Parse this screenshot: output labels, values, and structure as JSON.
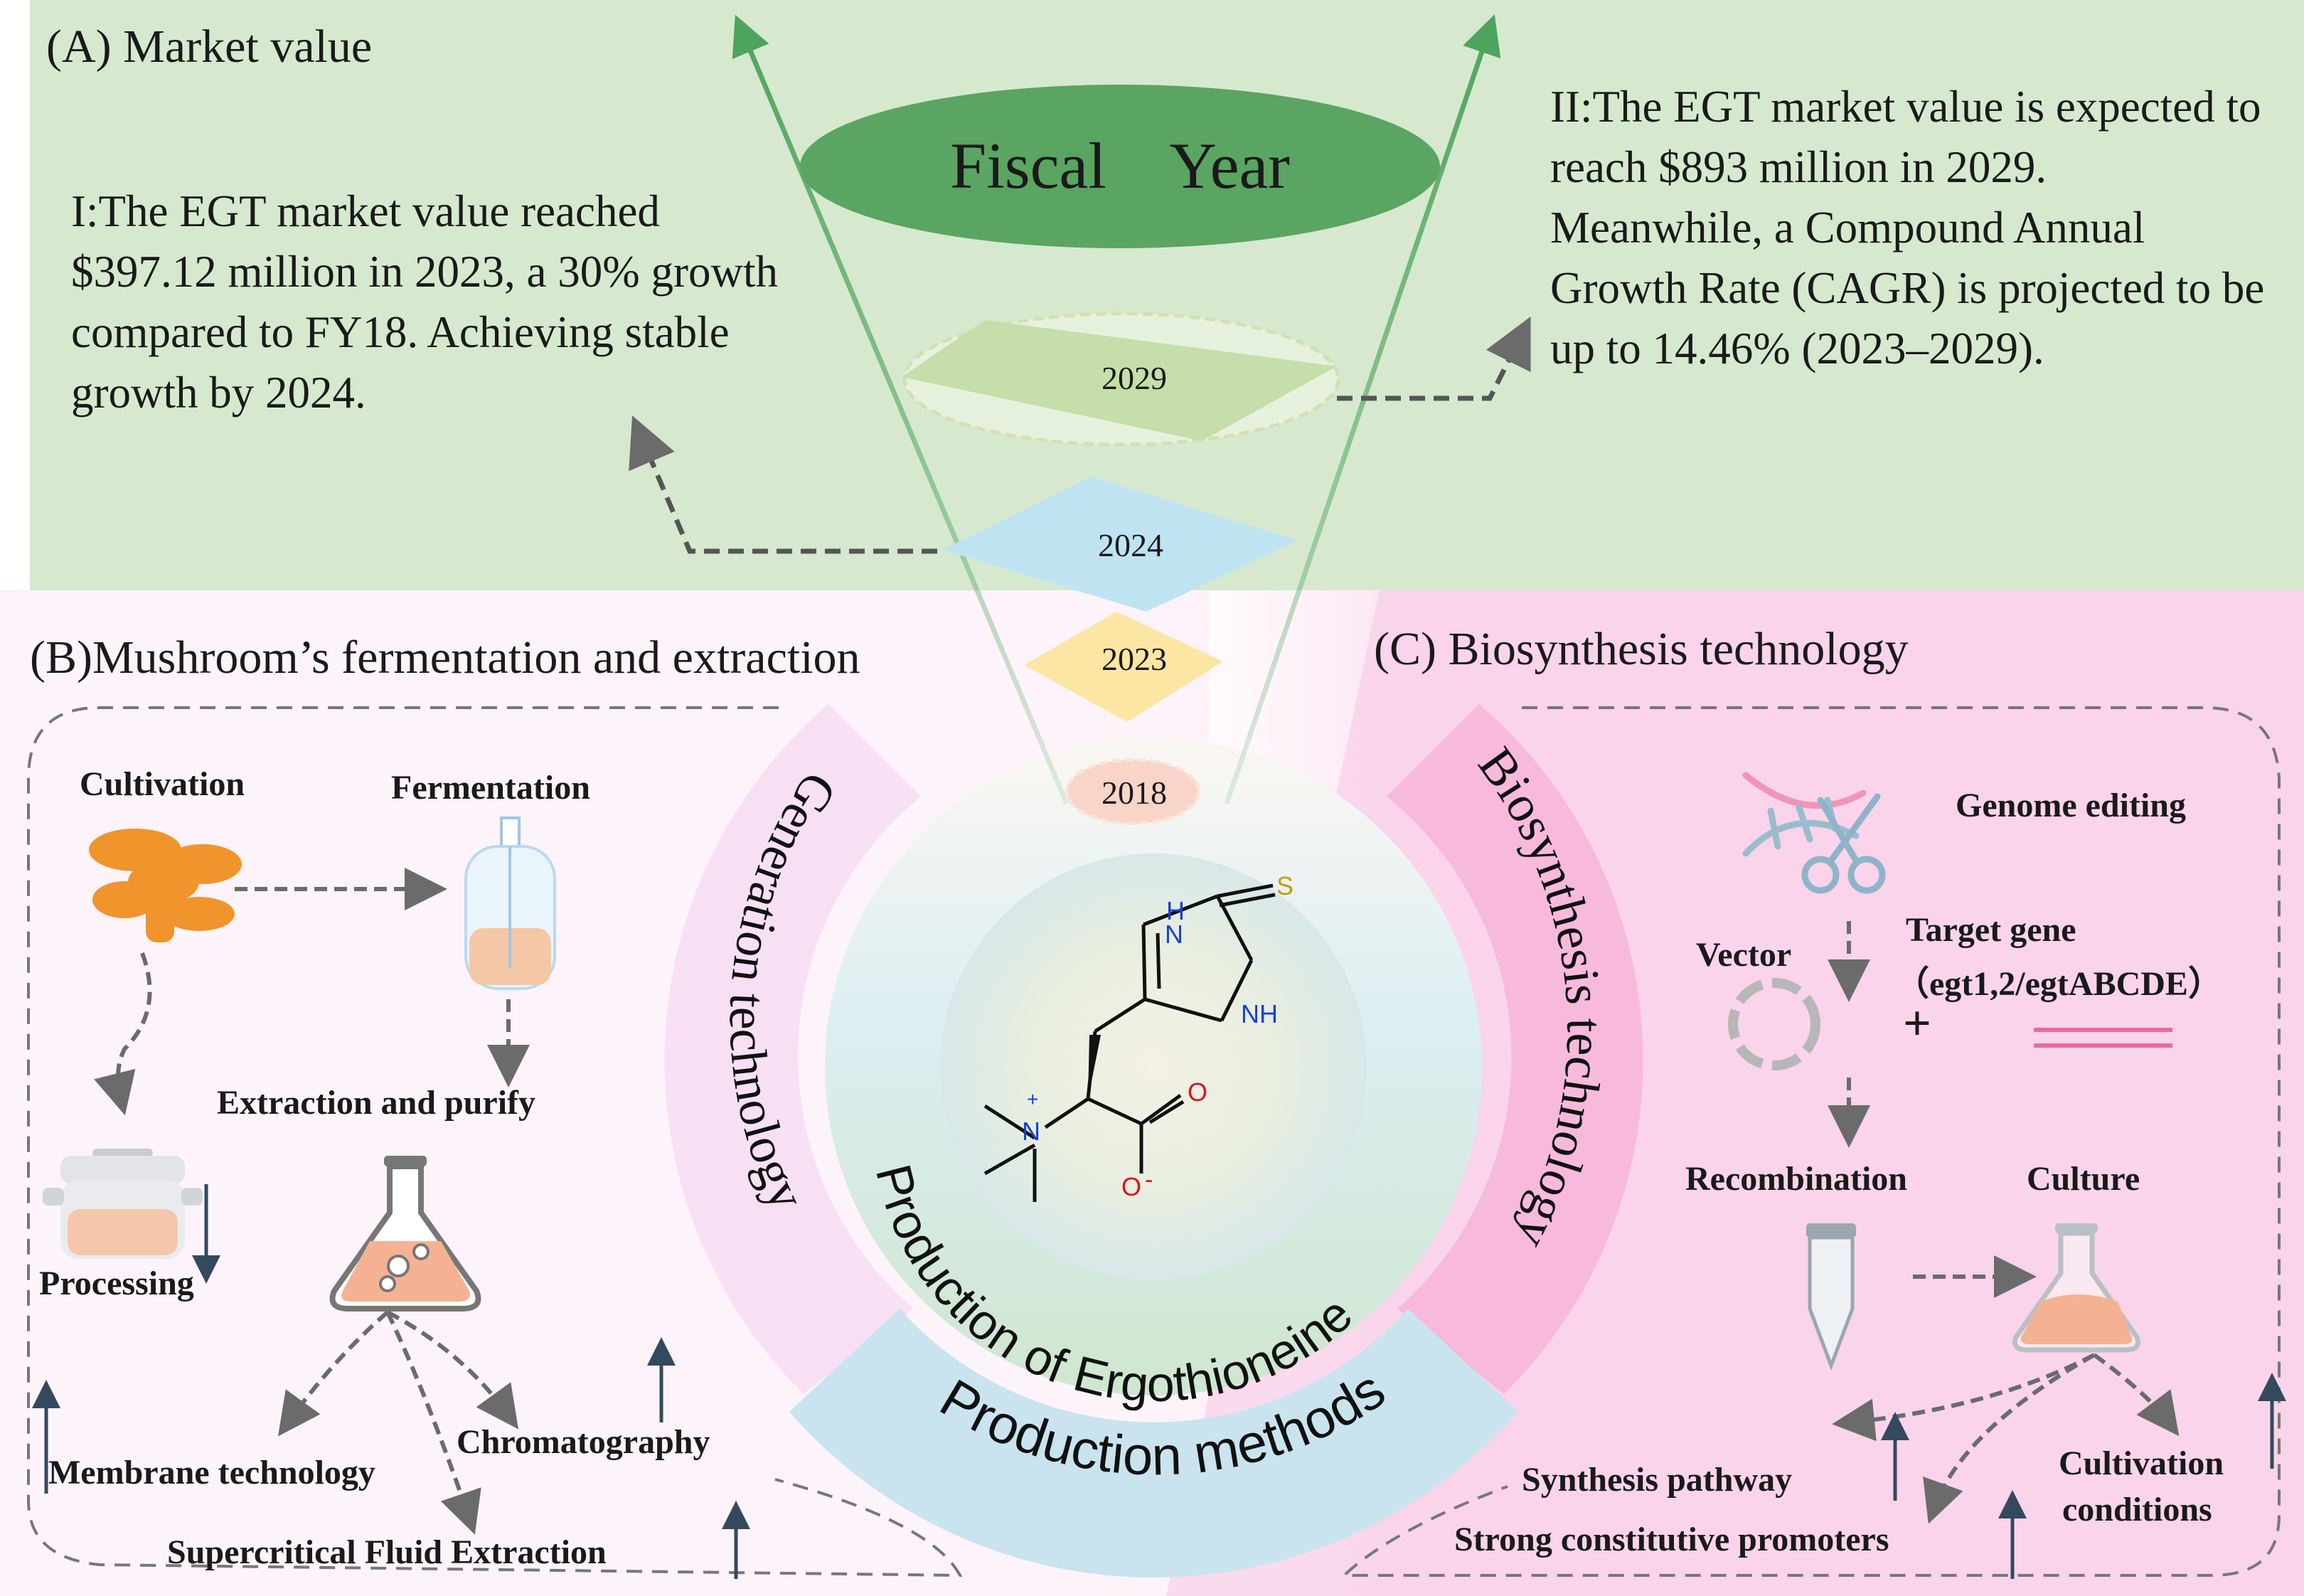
{
  "panel_a": {
    "title": "(A) Market value",
    "fiscal_year": "Fiscal    Year",
    "text_i": "I:The EGT market value reached $397.12 million in 2023, a 30% growth compared to FY18. Achieving stable growth by 2024.",
    "text_ii": "II:The EGT market value is expected to reach $893 million in 2029. Meanwhile, a Compound Annual Growth Rate (CAGR) is projected to be up to 14.46% (2023–2029).",
    "years": [
      "2029",
      "2024",
      "2023",
      "2018"
    ]
  },
  "panel_b": {
    "title": "(B)Mushroom’s fermentation and extraction",
    "cultivation": "Cultivation",
    "fermentation": "Fermentation",
    "extraction": "Extraction and purify",
    "processing": "Processing",
    "membrane": "Membrane technology",
    "chromatography": "Chromatography",
    "supercritical": "Supercritical Fluid Extraction"
  },
  "panel_c": {
    "title": "(C) Biosynthesis technology",
    "genome_editing": "Genome editing",
    "vector": "Vector",
    "target_gene": "Target gene",
    "target_gene_detail": "（egt1,2/egtABCDE）",
    "plus": "+",
    "recombination": "Recombination",
    "culture": "Culture",
    "synthesis_pathway": "Synthesis pathway",
    "promoters": "Strong constitutive promoters",
    "cultivation_conditions_1": "Cultivation",
    "cultivation_conditions_2": "conditions"
  },
  "center": {
    "generation": "Generation technology",
    "biosynthesis": "Biosynthesis technology",
    "production_of": "Production of Ergothioneine",
    "production_methods": "Production methods",
    "molecule": {
      "nh_top": "H",
      "n_top": "N",
      "s": "S",
      "nh_right": "NH",
      "n_plus": "N",
      "plus": "+",
      "o": "O",
      "o_minus": "O",
      "minus": "-"
    }
  },
  "colors": {
    "panel_a_bg": "#d6e9cf",
    "panel_c_bg": "#f9d4ea",
    "fiscal_ellipse": "#5aa561",
    "diamond_2029": "#c5deaa",
    "diamond_2024": "#bfe3f1",
    "diamond_2023": "#fce6a3",
    "diamond_2018": "#f8d5c8",
    "production_methods_band": "#c9e4ee",
    "biosynthesis_band": "#f7b9dc",
    "generation_band": "#f6def3",
    "arrow_green": "#4fa45d",
    "pink_lines": "#ec6a98"
  }
}
